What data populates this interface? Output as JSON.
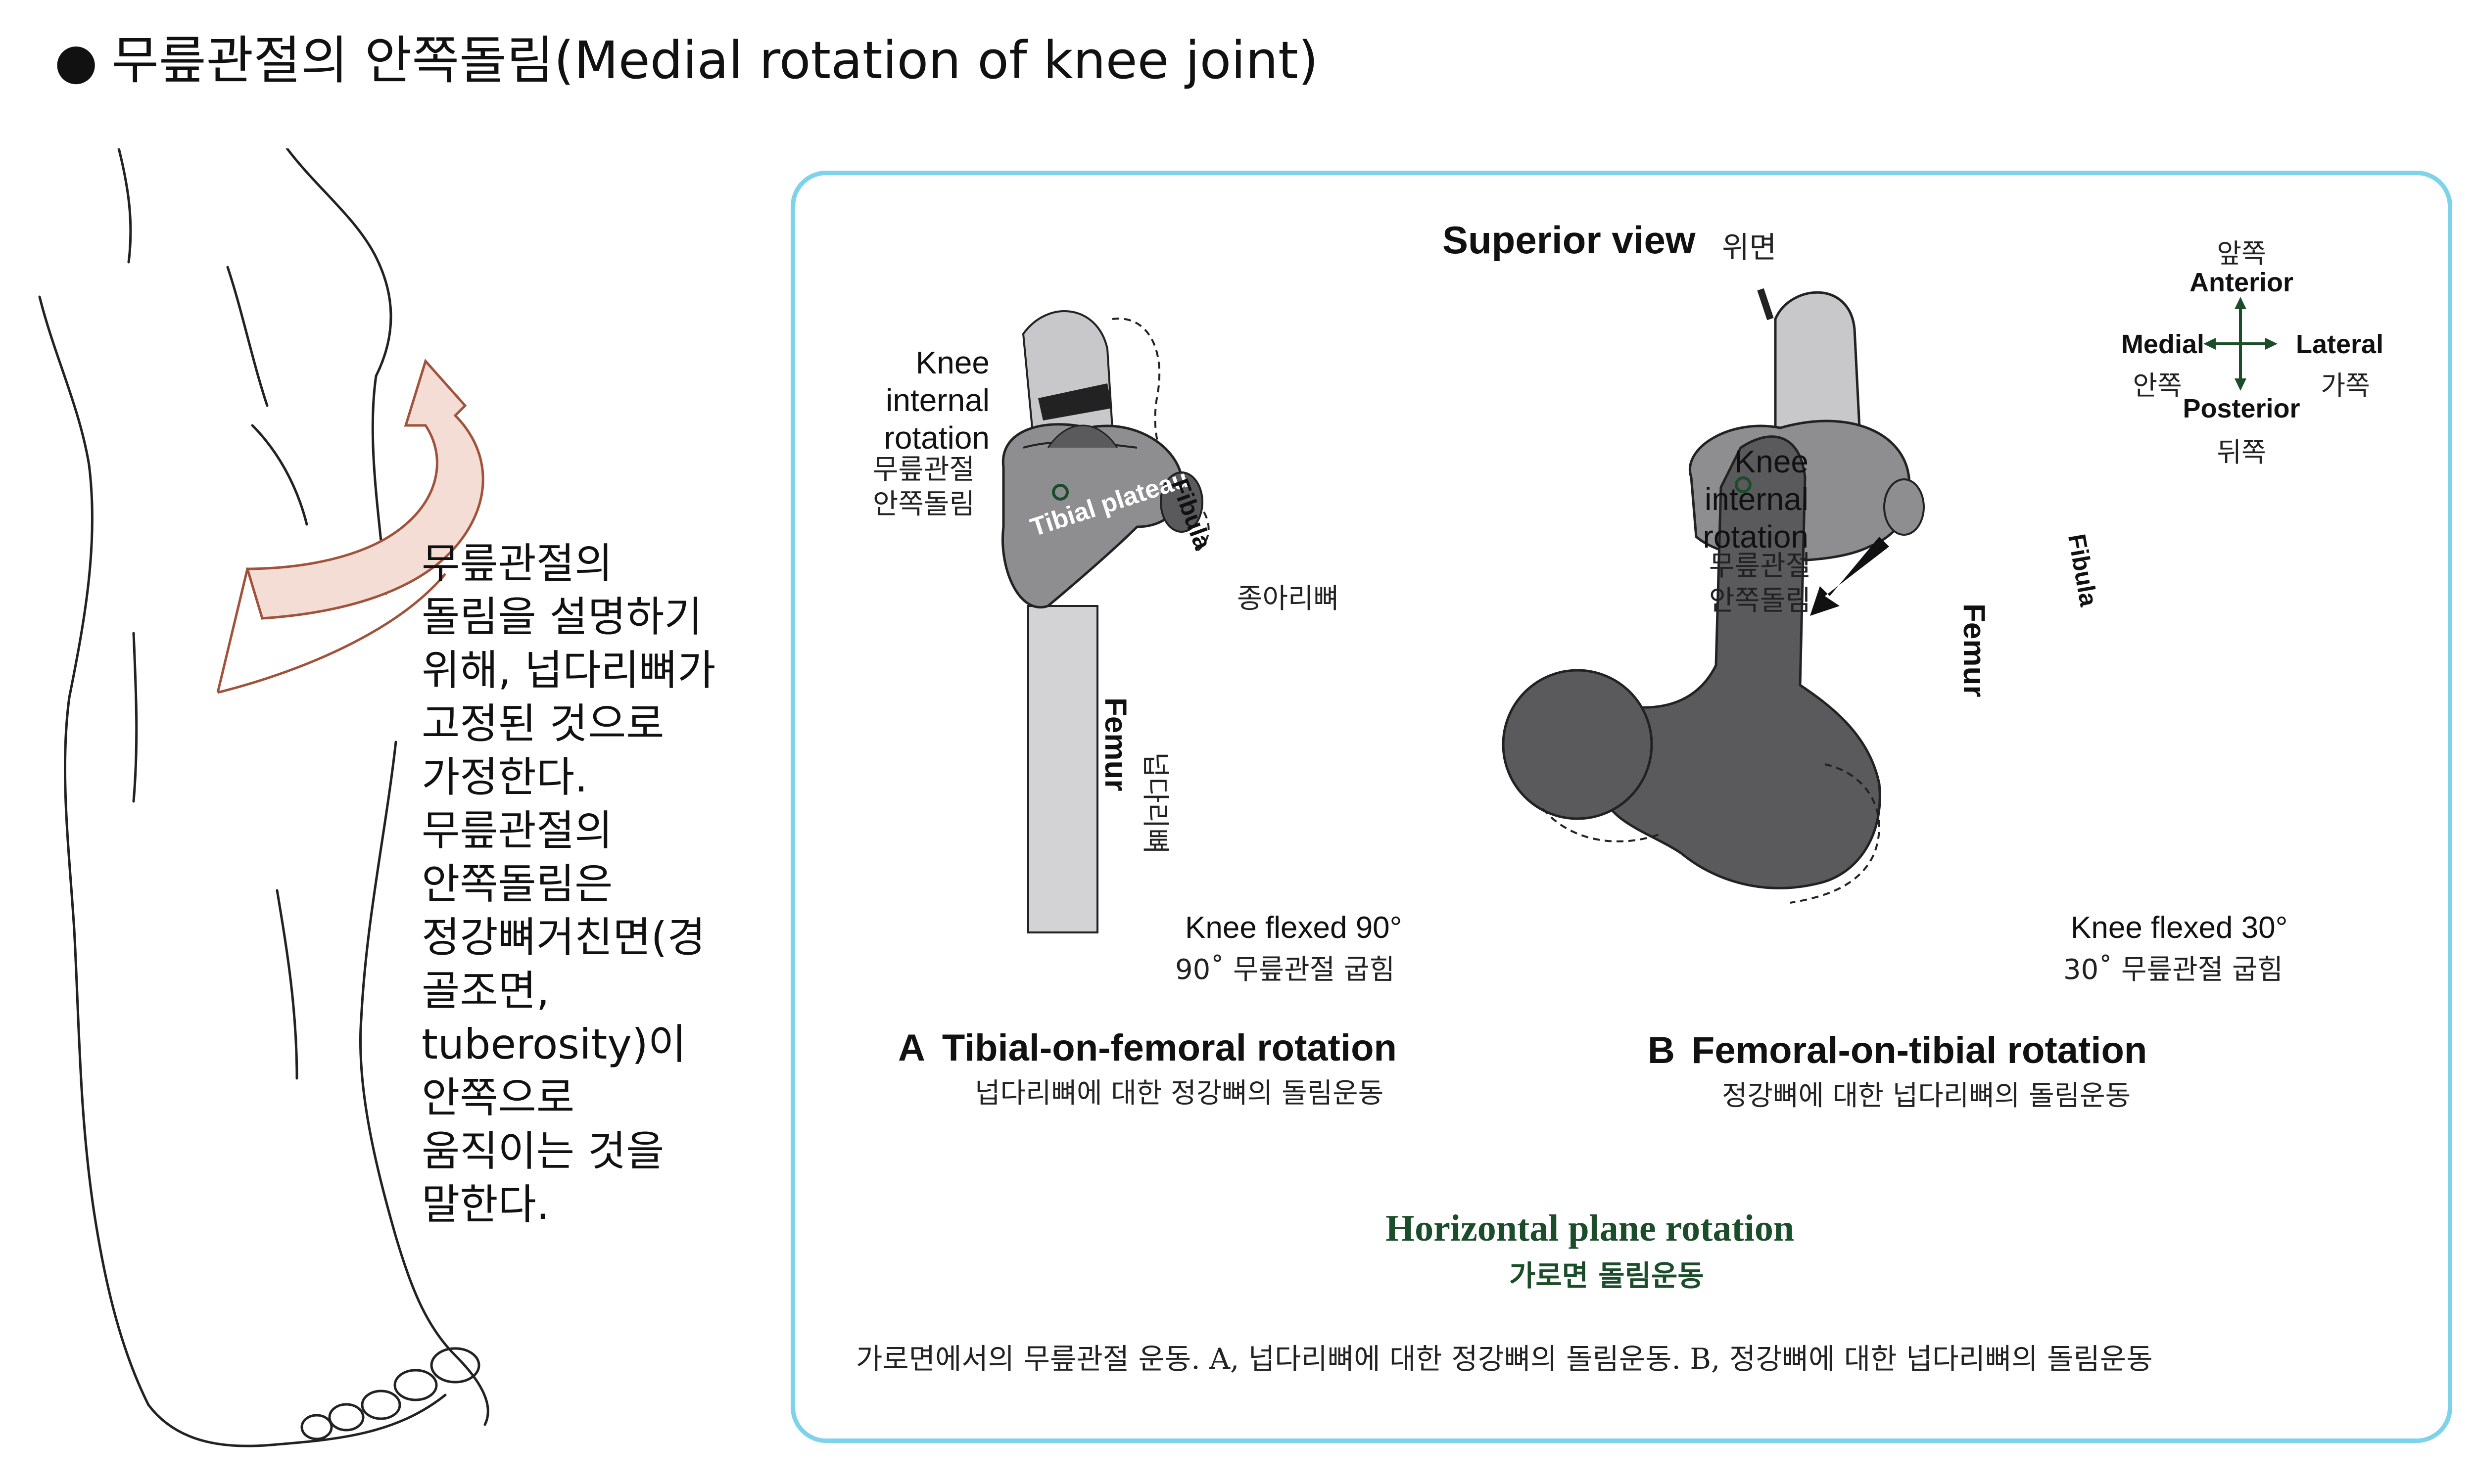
{
  "title": {
    "bullet": "●",
    "text": "무릎관절의 안쪽돌림(Medial rotation of knee joint)"
  },
  "left_text": "무릎관절의\n돌림을 설명하기\n위해, 넙다리뼈가\n고정된 것으로\n가정한다.\n무릎관절의\n안쪽돌림은\n정강뼈거친면(경\n골조면,\ntuberosity)이\n안쪽으로\n움직이는 것을\n말한다.",
  "figure": {
    "superior_view_en": "Superior view",
    "superior_view_ko": "위면",
    "directions": {
      "anterior_ko": "앞쪽",
      "anterior_en": "Anterior",
      "medial_en": "Medial",
      "medial_ko": "안쪽",
      "lateral_en": "Lateral",
      "lateral_ko": "가쪽",
      "posterior_en": "Posterior",
      "posterior_ko": "뒤쪽"
    },
    "panel_a": {
      "rotation_en_1": "Knee",
      "rotation_en_2": "internal",
      "rotation_en_3": "rotation",
      "rotation_ko_1": "무릎관절",
      "rotation_ko_2": "안쪽돌림",
      "tibial_plateau": "Tibial plateau",
      "fibula_en": "Fibula",
      "fibula_ko": "종아리뼈",
      "femur_en": "Femur",
      "femur_ko": "넙다리뼈",
      "flexed_en": "Knee flexed 90°",
      "flexed_ko": "90˚ 무릎관절 굽힘",
      "heading_letter": "A",
      "heading": "Tibial-on-femoral rotation",
      "heading_ko": "넙다리뼈에 대한 정강뼈의 돌림운동"
    },
    "panel_b": {
      "rotation_en_1": "Knee",
      "rotation_en_2": "internal",
      "rotation_en_3": "rotation",
      "rotation_ko_1": "무릎관절",
      "rotation_ko_2": "안쪽돌림",
      "fibula_en": "Fibula",
      "femur_en": "Femur",
      "flexed_en": "Knee flexed 30°",
      "flexed_ko": "30˚ 무릎관절 굽힘",
      "heading_letter": "B",
      "heading": "Femoral-on-tibial rotation",
      "heading_ko": "정강뼈에 대한 넙다리뼈의 돌림운동"
    },
    "bottom_title_en": "Horizontal plane rotation",
    "bottom_title_ko": "가로면 돌림운동",
    "caption": "가로면에서의 무릎관절 운동. A, 넙다리뼈에 대한 정강뼈의 돌림운동. B, 정강뼈에 대한 넙다리뼈의 돌림운동",
    "colors": {
      "border": "#7dd3ea",
      "bone_dark": "#5a5a5c",
      "bone_light": "#8e8e90",
      "arrow_brown": "#a0523a",
      "green": "#1c4d2a"
    }
  }
}
